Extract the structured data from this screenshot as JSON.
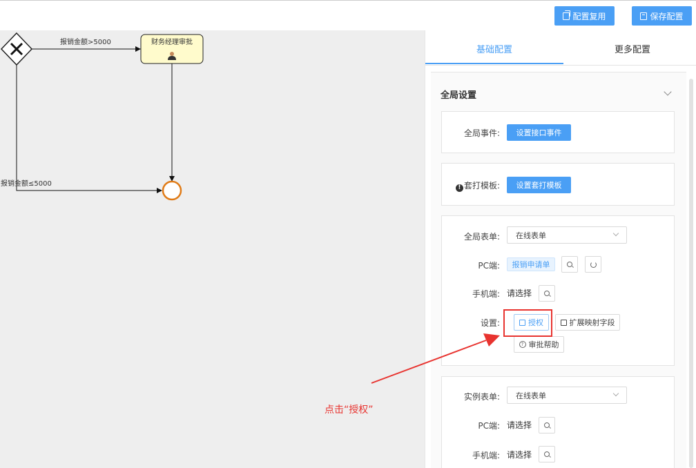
{
  "toolbar": {
    "reuse_label": "配置复用",
    "save_label": "保存配置"
  },
  "diagram": {
    "edge_top_label": "报销金额>5000",
    "edge_bottom_label": "报销金额≤5000",
    "task_label": "财务经理审批"
  },
  "tabs": {
    "basic": "基础配置",
    "more": "更多配置"
  },
  "global": {
    "section_title": "全局设置",
    "event_label": "全局事件:",
    "event_button": "设置接口事件",
    "template_label": "套打模板:",
    "template_button": "设置套打模板",
    "form_label": "全局表单:",
    "form_value": "在线表单",
    "pc_label": "PC端:",
    "pc_tag": "报销申请单",
    "mobile_label": "手机端:",
    "mobile_value": "请选择",
    "settings_label": "设置:",
    "auth_button": "授权",
    "extend_button": "扩展映射字段",
    "help_button": "审批帮助"
  },
  "instance": {
    "form_label": "实例表单:",
    "form_value": "在线表单",
    "pc_label": "PC端:",
    "pc_value": "请选择",
    "mobile_label": "手机端:",
    "mobile_value": "请选择"
  },
  "annotation": {
    "text": "点击“授权”",
    "color": "#e8332f"
  },
  "colors": {
    "primary": "#4a9ff5",
    "canvas": "#eeeeee",
    "task_fill": "#fffbcc",
    "end_event": "#e07b17"
  }
}
